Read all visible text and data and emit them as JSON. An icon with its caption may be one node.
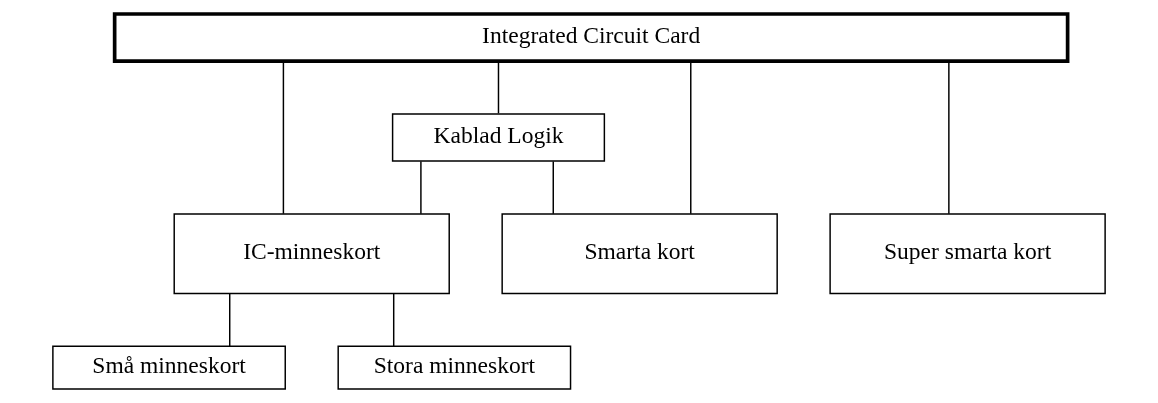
{
  "diagram": {
    "nodes": [
      {
        "text": [
          "Integrated Circuit Card"
        ]
      },
      {
        "text": [
          "Kablad Logik"
        ]
      },
      {
        "text": [
          "IC-minneskort"
        ]
      },
      {
        "text": [
          "Smarta kort"
        ]
      },
      {
        "text": [
          "Super smarta kort"
        ]
      },
      {
        "text": [
          "Små minneskort"
        ]
      },
      {
        "text": [
          "Stora minneskort"
        ]
      }
    ],
    "edges": [
      {
        "from": 0,
        "to": 1,
        "arrow": "none"
      },
      {
        "from": 0,
        "to": 2,
        "arrow": "none"
      },
      {
        "from": 0,
        "to": 3,
        "arrow": "none"
      },
      {
        "from": 0,
        "to": 4,
        "arrow": "none"
      },
      {
        "from": 1,
        "to": 2,
        "arrow": "none"
      },
      {
        "from": 1,
        "to": 3,
        "arrow": "none"
      },
      {
        "from": 2,
        "to": 5,
        "arrow": "none"
      },
      {
        "from": 2,
        "to": 6,
        "arrow": "none"
      }
    ]
  }
}
